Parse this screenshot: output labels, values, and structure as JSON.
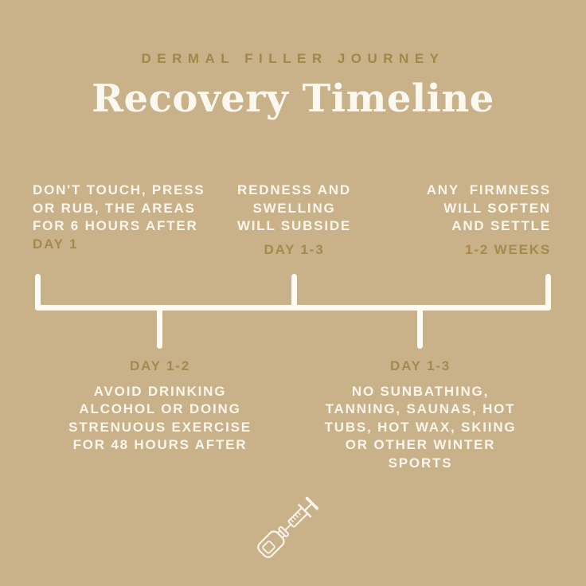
{
  "header": {
    "subtitle": "DERMAL FILLER JOURNEY",
    "title": "Recovery Timeline"
  },
  "colors": {
    "background": "#c9b18a",
    "gold_accent": "#a5894e",
    "text_white": "#faf6ec",
    "timeline_white": "#fdfbf4"
  },
  "timeline": {
    "top_blocks": [
      {
        "label": "DAY 1",
        "lines": [
          "DON'T TOUCH, PRESS",
          "OR RUB, THE AREAS",
          "FOR 6 HOURS AFTER"
        ]
      },
      {
        "label": "DAY 1-3",
        "lines": [
          "REDNESS AND",
          "SWELLING",
          "WILL SUBSIDE"
        ]
      },
      {
        "label": "1-2 WEEKS",
        "lines": [
          "ANY  FIRMNESS",
          "WILL SOFTEN",
          "AND SETTLE"
        ]
      }
    ],
    "bottom_blocks": [
      {
        "label": "DAY 1-2",
        "lines": [
          "AVOID DRINKING",
          "ALCOHOL OR DOING",
          "STRENUOUS EXERCISE",
          "FOR 48 HOURS AFTER"
        ]
      },
      {
        "label": "DAY 1-3",
        "lines": [
          "NO SUNBATHING,",
          "TANNING, SAUNAS, HOT",
          "TUBS, HOT WAX, SKIING",
          "OR OTHER WINTER",
          "SPORTS"
        ]
      }
    ]
  },
  "icon": {
    "name": "syringe-vial-icon"
  }
}
